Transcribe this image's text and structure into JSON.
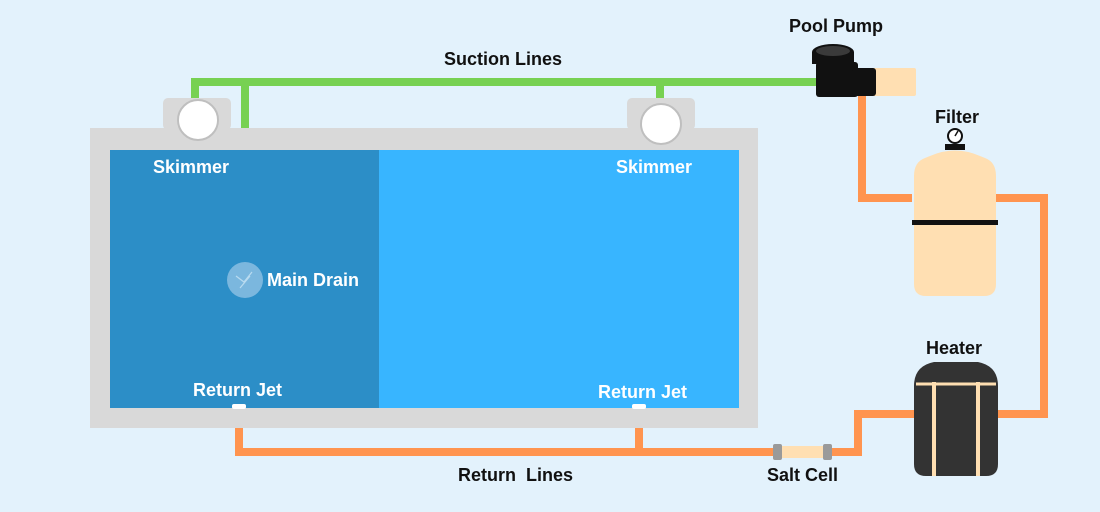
{
  "labels": {
    "suction_lines": "Suction Lines",
    "pool_pump": "Pool Pump",
    "filter": "Filter",
    "heater": "Heater",
    "skimmer_left": "Skimmer",
    "skimmer_right": "Skimmer",
    "main_drain": "Main Drain",
    "return_jet_left": "Return Jet",
    "return_jet_right": "Return Jet",
    "return_lines": "Return  Lines",
    "salt_cell": "Salt Cell"
  },
  "colors": {
    "background": "#e3f2fc",
    "suction_pipe": "#77d152",
    "return_pipe": "#ff944f",
    "pool_deep": "#2c8ec7",
    "pool_shallow": "#38b5ff",
    "pool_wall": "#d9d9d9",
    "equipment_tan": "#ffdfb2",
    "heater_body": "#333333"
  }
}
